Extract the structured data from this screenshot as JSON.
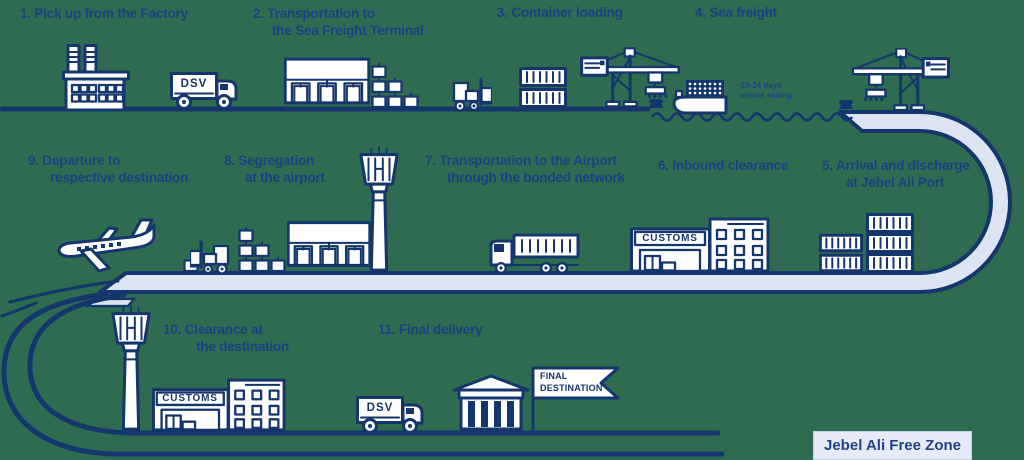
{
  "diagram": {
    "kind": "logistics-process-flow",
    "region_badge": "Jebel Ali Free Zone",
    "steps": [
      {
        "id": 1,
        "lines": [
          "1. Pick up from the Factory"
        ]
      },
      {
        "id": 2,
        "lines": [
          "2. Transportation to",
          "the Sea Freight Terminal"
        ]
      },
      {
        "id": 3,
        "lines": [
          "3. Container loading"
        ]
      },
      {
        "id": 4,
        "lines": [
          "4. Sea freight"
        ]
      },
      {
        "id": 5,
        "lines": [
          "5. Arrival and discharge",
          "at Jebel Ali Port"
        ]
      },
      {
        "id": 6,
        "lines": [
          "6. Inbound clearance"
        ]
      },
      {
        "id": 7,
        "lines": [
          "7. Transportation to the Airport",
          "through the bonded network"
        ]
      },
      {
        "id": 8,
        "lines": [
          "8. Segregation",
          "at the airport"
        ]
      },
      {
        "id": 9,
        "lines": [
          "9. Departure to",
          "respective destination"
        ]
      },
      {
        "id": 10,
        "lines": [
          "10. Clearance at",
          "the destination"
        ]
      },
      {
        "id": 11,
        "lines": [
          "11. Final delivery"
        ]
      }
    ],
    "annotations": {
      "vessel_note_line1": "~10-14 days",
      "vessel_note_line2": "vessel sailing",
      "badge": "Jebel Ali Free Zone"
    },
    "icon_labels": {
      "dsv_truck": "DSV",
      "customs": "CUSTOMS",
      "flag_line1": "FINAL",
      "flag_line2": "DESTINATION"
    },
    "icons": [
      "factory-icon",
      "dsv-truck-icon",
      "warehouse-terminal-icon",
      "box-stack-icon",
      "forklift-icon",
      "container-stack-icon",
      "gantry-crane-icon",
      "cargo-ship-icon",
      "bollard-icon",
      "airplane-icon",
      "control-tower-icon",
      "customs-building-icon",
      "container-truck-icon",
      "temple-building-icon",
      "final-destination-flag-icon"
    ],
    "colors": {
      "background": "#2e6b50",
      "line_navy": "#15356d",
      "text_blue": "#1c4084",
      "ribbon_light_blue": "#dce3f1",
      "badge_background": "#e7ebf7",
      "icon_fill": "#ffffff"
    }
  }
}
